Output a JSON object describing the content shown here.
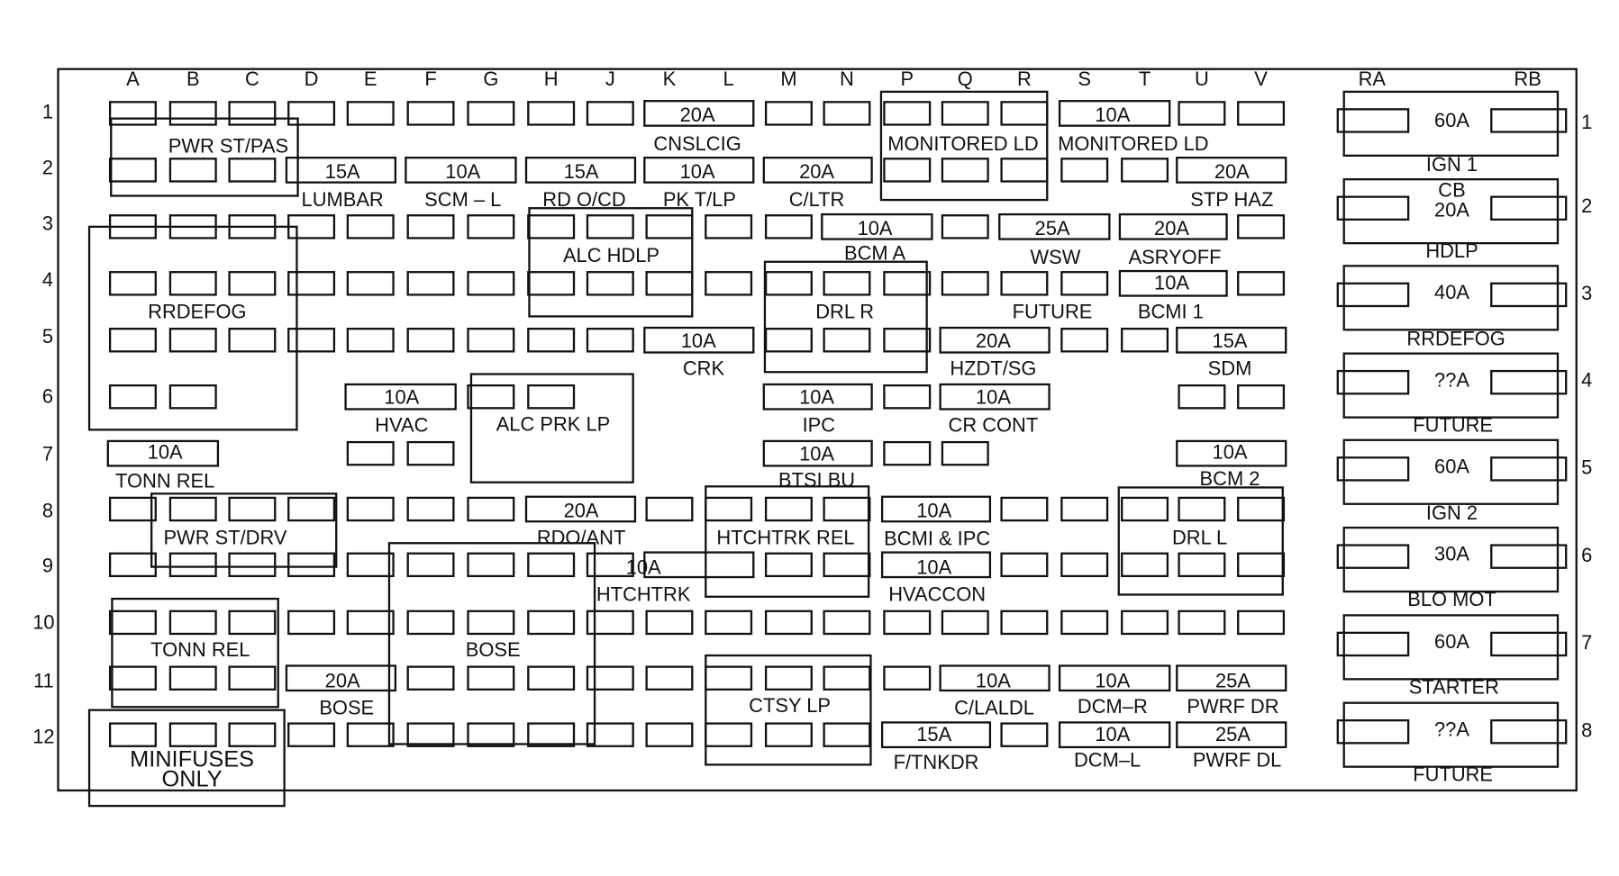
{
  "columns": [
    "A",
    "B",
    "C",
    "D",
    "E",
    "F",
    "G",
    "H",
    "J",
    "K",
    "L",
    "M",
    "N",
    "P",
    "Q",
    "R",
    "S",
    "T",
    "U",
    "V"
  ],
  "rows": [
    "1",
    "2",
    "3",
    "4",
    "5",
    "6",
    "7",
    "8",
    "9",
    "10",
    "11",
    "12"
  ],
  "maxi_columns": [
    "RA",
    "RB"
  ],
  "maxi_rows": [
    "1",
    "2",
    "3",
    "4",
    "5",
    "6",
    "7",
    "8"
  ],
  "fuses": [
    {
      "rating": "20A",
      "label": "CNSLCIG"
    },
    {
      "rating": "10A",
      "label": "MONITORED LD"
    },
    {
      "rating": "15A",
      "label": "LUMBAR"
    },
    {
      "rating": "10A",
      "label": "SCM – L"
    },
    {
      "rating": "15A",
      "label": "RD O/CD"
    },
    {
      "rating": "10A",
      "label": "PK   T/LP"
    },
    {
      "rating": "20A",
      "label": "C/LTR"
    },
    {
      "rating": "20A",
      "label": "STP   HAZ"
    },
    {
      "rating": "10A",
      "label": "BCM A"
    },
    {
      "rating": "25A",
      "label": "WSW"
    },
    {
      "rating": "20A",
      "label": "ASRYOFF"
    },
    {
      "rating": "10A",
      "label": "BCMI 1"
    },
    {
      "rating": "10A",
      "label": "CRK"
    },
    {
      "rating": "20A",
      "label": "HZDT/SG"
    },
    {
      "rating": "15A",
      "label": "SDM"
    },
    {
      "rating": "10A",
      "label": "HVAC"
    },
    {
      "rating": "10A",
      "label": "IPC"
    },
    {
      "rating": "10A",
      "label": "CR CONT"
    },
    {
      "rating": "10A",
      "label": "TONN REL"
    },
    {
      "rating": "10A",
      "label": "BTSI BU"
    },
    {
      "rating": "10A",
      "label": "BCM 2"
    },
    {
      "rating": "20A",
      "label": "RDO/ANT"
    },
    {
      "rating": "10A",
      "label": "BCMI  &  IPC"
    },
    {
      "rating": "10A",
      "label": "HTCHTRK"
    },
    {
      "rating": "10A",
      "label": "HVACCON"
    },
    {
      "rating": "20A",
      "label": "BOSE"
    },
    {
      "rating": "10A",
      "label": "C/LALDL"
    },
    {
      "rating": "10A",
      "label": "DCM–R"
    },
    {
      "rating": "25A",
      "label": "PWRF DR"
    },
    {
      "rating": "15A",
      "label": "F/TNKDR"
    },
    {
      "rating": "10A",
      "label": "DCM–L"
    },
    {
      "rating": "25A",
      "label": "PWRF DL"
    }
  ],
  "relays": [
    "PWR ST/PAS",
    "MONITORED LD",
    "ALC HDLP",
    "RRDEFOG",
    "DRL R",
    "FUTURE",
    "ALC PRK LP",
    "PWR ST/DRV",
    "HTCHTRK REL",
    "DRL L",
    "TONN REL",
    "BOSE",
    "CTSY LP"
  ],
  "mini_note": [
    "MINIFUSES",
    "ONLY"
  ],
  "maxi_fuses": [
    {
      "rating": "60A",
      "label": "IGN 1"
    },
    {
      "rating": "CB 20A",
      "label": "HDLP"
    },
    {
      "rating": "40A",
      "label": "RRDEFOG"
    },
    {
      "rating": "??A",
      "label": "FUTURE"
    },
    {
      "rating": "60A",
      "label": "IGN 2"
    },
    {
      "rating": "30A",
      "label": "BLO MOT"
    },
    {
      "rating": "60A",
      "label": "STARTER"
    },
    {
      "rating": "??A",
      "label": "FUTURE"
    }
  ]
}
